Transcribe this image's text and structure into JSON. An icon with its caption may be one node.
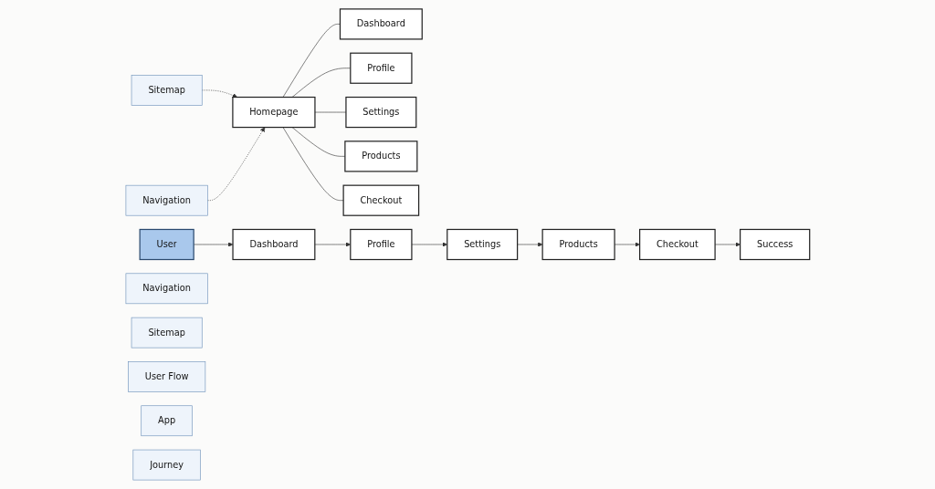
{
  "diagram": {
    "nodes": [
      {
        "text": [
          "Sitemap"
        ]
      },
      {
        "text": [
          "Homepage"
        ]
      },
      {
        "text": [
          "Navigation"
        ]
      },
      {
        "text": [
          "Dashboard"
        ]
      },
      {
        "text": [
          "Profile"
        ]
      },
      {
        "text": [
          "Settings"
        ]
      },
      {
        "text": [
          "Products"
        ]
      },
      {
        "text": [
          "Checkout"
        ]
      },
      {
        "text": [
          "User"
        ]
      },
      {
        "text": [
          "Dashboard"
        ]
      },
      {
        "text": [
          "Profile"
        ]
      },
      {
        "text": [
          "Settings"
        ]
      },
      {
        "text": [
          "Products"
        ]
      },
      {
        "text": [
          "Checkout"
        ]
      },
      {
        "text": [
          "Success"
        ]
      },
      {
        "text": [
          "Navigation"
        ]
      },
      {
        "text": [
          "Sitemap"
        ]
      },
      {
        "text": [
          "User Flow"
        ]
      },
      {
        "text": [
          "App"
        ]
      },
      {
        "text": [
          "Journey"
        ]
      }
    ],
    "edges": [
      {
        "from": 0,
        "to": 1,
        "arrow": "to",
        "style": "dashed"
      },
      {
        "from": 2,
        "to": 1,
        "arrow": "to",
        "style": "dashed"
      },
      {
        "from": 1,
        "to": 3,
        "arrow": "none"
      },
      {
        "from": 1,
        "to": 4,
        "arrow": "none"
      },
      {
        "from": 1,
        "to": 5,
        "arrow": "none"
      },
      {
        "from": 1,
        "to": 6,
        "arrow": "none"
      },
      {
        "from": 1,
        "to": 7,
        "arrow": "none"
      },
      {
        "from": 8,
        "to": 9,
        "arrow": "to"
      },
      {
        "from": 9,
        "to": 10,
        "arrow": "to"
      },
      {
        "from": 10,
        "to": 11,
        "arrow": "to"
      },
      {
        "from": 11,
        "to": 12,
        "arrow": "to"
      },
      {
        "from": 12,
        "to": 13,
        "arrow": "to"
      },
      {
        "from": 13,
        "to": 14,
        "arrow": "to"
      }
    ]
  }
}
